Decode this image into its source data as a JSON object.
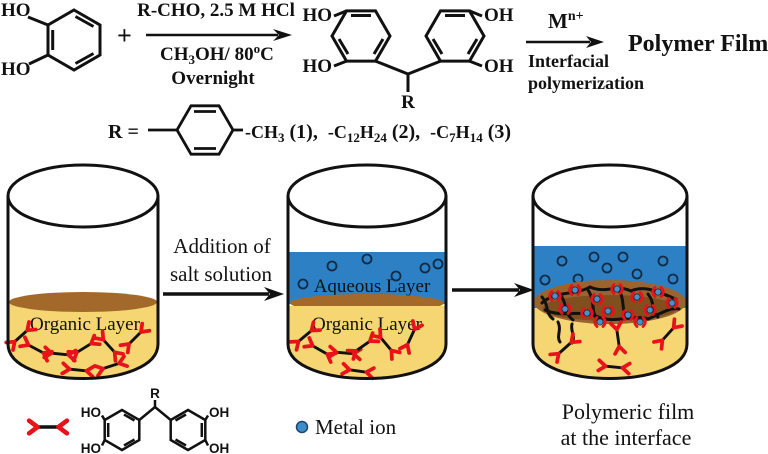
{
  "colors": {
    "ink": "#111111",
    "organic_yellow": "#F6D573",
    "interface_brown": "#A3692B",
    "film_brown": "#9A6430",
    "film_shade_brown": "#7C4E1D",
    "aqueous_blue": "#2E80C4",
    "molecule_red": "#E8121A",
    "metal_blue": "#3F8CC6"
  },
  "scheme": {
    "catechol": {
      "ho_top": "HO",
      "ho_bottom": "HO"
    },
    "plus": "+",
    "step1": {
      "above": "R-CHO, 2.5 M HCl",
      "below_parts": [
        "CH",
        "3",
        "OH/ 80",
        "o",
        "C"
      ],
      "below_line2": "Overnight"
    },
    "product": {
      "ho_top_left": "HO",
      "ho_bottom_left": "HO",
      "oh_top_right": "OH",
      "oh_bottom_right": "OH",
      "r_label": "R"
    },
    "step2": {
      "above_base": "M",
      "above_sup": "n+",
      "below_line1": "Interfacial",
      "below_line2": "polymerization"
    },
    "result": "Polymer Film",
    "r_def": {
      "prefix": "R =",
      "parts": [
        "-CH",
        "3",
        " (1),  ",
        "-C",
        "12",
        "H",
        "24",
        " (2),  ",
        "-C",
        "7",
        "H",
        "14",
        " (3)"
      ]
    }
  },
  "process": {
    "beaker1": {
      "organic_label": "Organic Layer"
    },
    "transition": {
      "line1": "Addition of",
      "line2": "salt solution"
    },
    "beaker2": {
      "aqueous_label": "Aqueous Layer",
      "organic_label": "Organic Layer"
    }
  },
  "legend": {
    "molecule": {
      "r_label": "R",
      "ho_top": "HO",
      "ho_bottom": "HO",
      "oh_top": "OH",
      "oh_bottom": "OH"
    },
    "metal_ion_label": "Metal ion",
    "film_label_line1": "Polymeric film",
    "film_label_line2": "at the interface"
  }
}
